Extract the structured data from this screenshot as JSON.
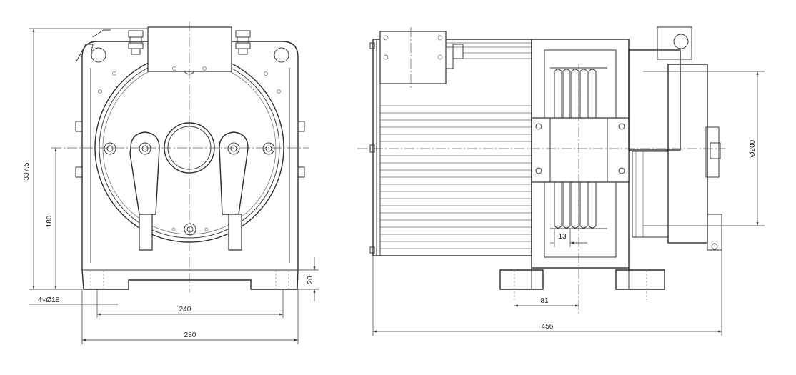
{
  "dimensions": {
    "height_total": "337.5",
    "shaft_height": "180",
    "mount_holes": "4×Ø18",
    "hole_spacing": "240",
    "base_width": "280",
    "base_thickness": "20",
    "sheave_diameter": "Ø200",
    "groove_pitch": "13",
    "sheave_offset": "81",
    "overall_length": "456"
  }
}
